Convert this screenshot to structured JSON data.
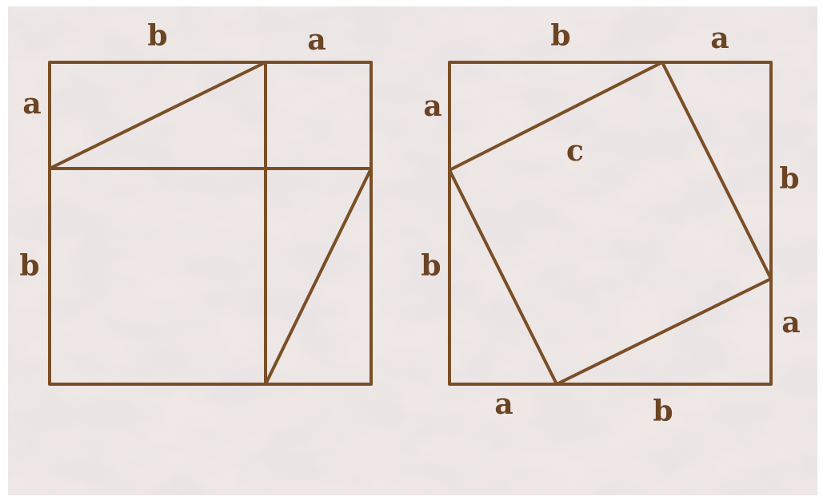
{
  "colors": {
    "line": "#7a4f27",
    "label": "#6b4423",
    "sand_light": "#efe9e6",
    "sand_mid": "#ddd3d3",
    "sand_shadow": "#b9aebd",
    "frame": "#ffffff"
  },
  "background": "sand-texture",
  "left_diagram": {
    "labels": {
      "top_b": "b",
      "top_a": "a",
      "left_a": "a",
      "left_b": "b"
    }
  },
  "right_diagram": {
    "labels": {
      "top_b": "b",
      "top_a": "a",
      "left_a": "a",
      "left_b": "b",
      "right_b": "b",
      "right_a": "a",
      "bottom_a": "a",
      "bottom_b": "b",
      "center_c": "c"
    }
  }
}
